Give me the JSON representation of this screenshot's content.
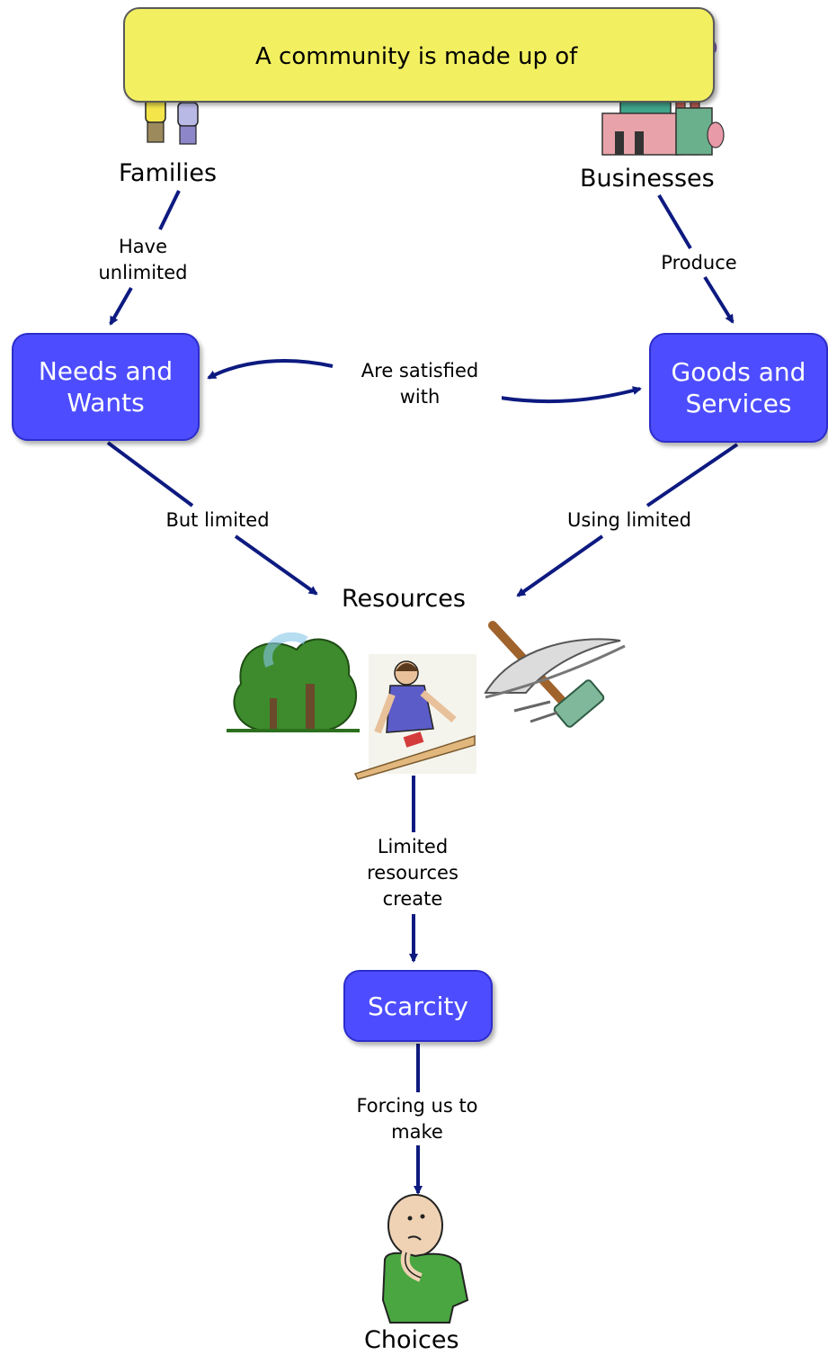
{
  "header": {
    "banner_text": "A community is made up of"
  },
  "nodes": {
    "families": "Families",
    "businesses": "Businesses",
    "needs_wants": "Needs and Wants",
    "goods_services": "Goods and Services",
    "resources": "Resources",
    "scarcity": "Scarcity",
    "choices": "Choices"
  },
  "links": {
    "have_unlimited": "Have unlimited",
    "produce": "Produce",
    "are_satisfied_with": "Are satisfied with",
    "but_limited": "But limited",
    "using_limited": "Using limited",
    "limited_resources_create": "Limited resources create",
    "forcing_us_to_make": "Forcing us to make"
  },
  "colors": {
    "banner_fill": "#f2f061",
    "concept_box": "#4d4dff",
    "arrow": "#0d1a80"
  },
  "icons": [
    "family-icon",
    "factory-icon",
    "trees-icon",
    "carpenter-icon",
    "tools-icon",
    "thinking-boy-icon"
  ]
}
